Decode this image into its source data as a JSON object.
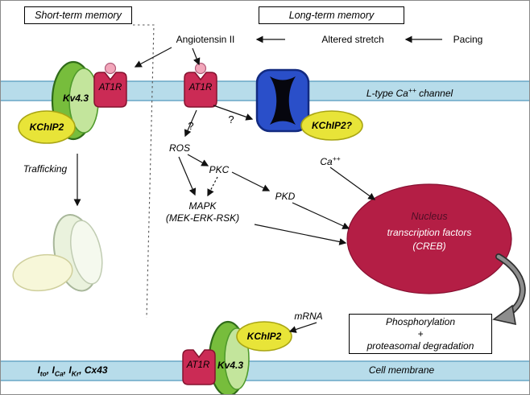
{
  "figure": {
    "title_short": "Short-term memory",
    "title_long": "Long-term memory"
  },
  "top_row": {
    "angiotensin": "Angiotensin II",
    "altered_stretch": "Altered stretch",
    "pacing": "Pacing"
  },
  "membranes": {
    "top_label": {
      "pre": "L-type Ca",
      "sup": "++",
      "post": " channel"
    },
    "bottom_label": "Cell membrane",
    "currents": [
      {
        "pre": "",
        "base": "I",
        "sub": "to"
      },
      {
        "pre": ", ",
        "base": "I",
        "sub": "Ca"
      },
      {
        "pre": ", ",
        "base": "I",
        "sub": "Kr"
      },
      {
        "pre": ", ",
        "base": "Cx43",
        "sub": ""
      }
    ]
  },
  "proteins": {
    "kv43_top": "Kv4.3",
    "at1r_left": "AT1R",
    "at1r_mid": "AT1R",
    "kchip2_top": "KChIP2",
    "kchip2_question": "KChIP2?",
    "kv43_bottom": "Kv4.3",
    "at1r_bottom": "AT1R",
    "kchip2_bottom": "KChIP2"
  },
  "pathway": {
    "trafficking": "Trafficking",
    "ros": "ROS",
    "pkc": "PKC",
    "pkd": "PKD",
    "mapk_line1": "MAPK",
    "mapk_line2": "(MEK-ERK-RSK)",
    "ca": {
      "base": "Ca",
      "sup": "++"
    },
    "question_left": "?",
    "question_right": "?",
    "mrna": "mRNA"
  },
  "nucleus": {
    "title": "Nucleus",
    "line1": "transcription factors",
    "line2": "(CREB)"
  },
  "process_box": {
    "line1": "Phosphorylation",
    "line2": "+",
    "line3": "proteasomal degradation"
  },
  "colors": {
    "membrane_blue": "#b7dcea",
    "receptor_red": "#cb2b55",
    "channel_green": "#77bd3c",
    "kchip2_yellow": "#e8e438",
    "ltype_blue": "#2a4fc9",
    "nucleus_red": "#b41e45"
  }
}
